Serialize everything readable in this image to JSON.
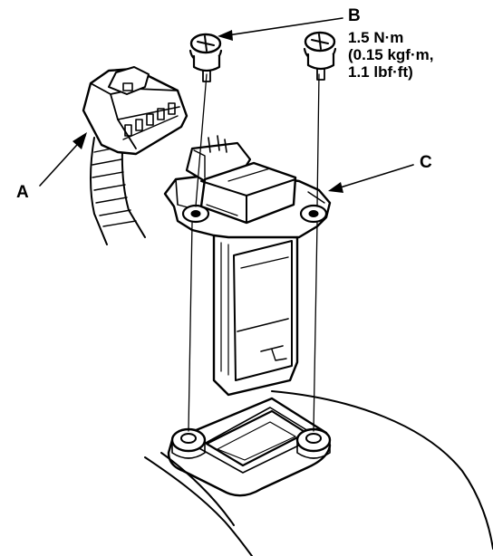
{
  "callouts": {
    "a": "A",
    "b": "B",
    "c": "C"
  },
  "torque_spec": {
    "line1": "1.5 N·m",
    "line2": "(0.15 kgf·m,",
    "line3": "1.1 lbf·ft)"
  }
}
